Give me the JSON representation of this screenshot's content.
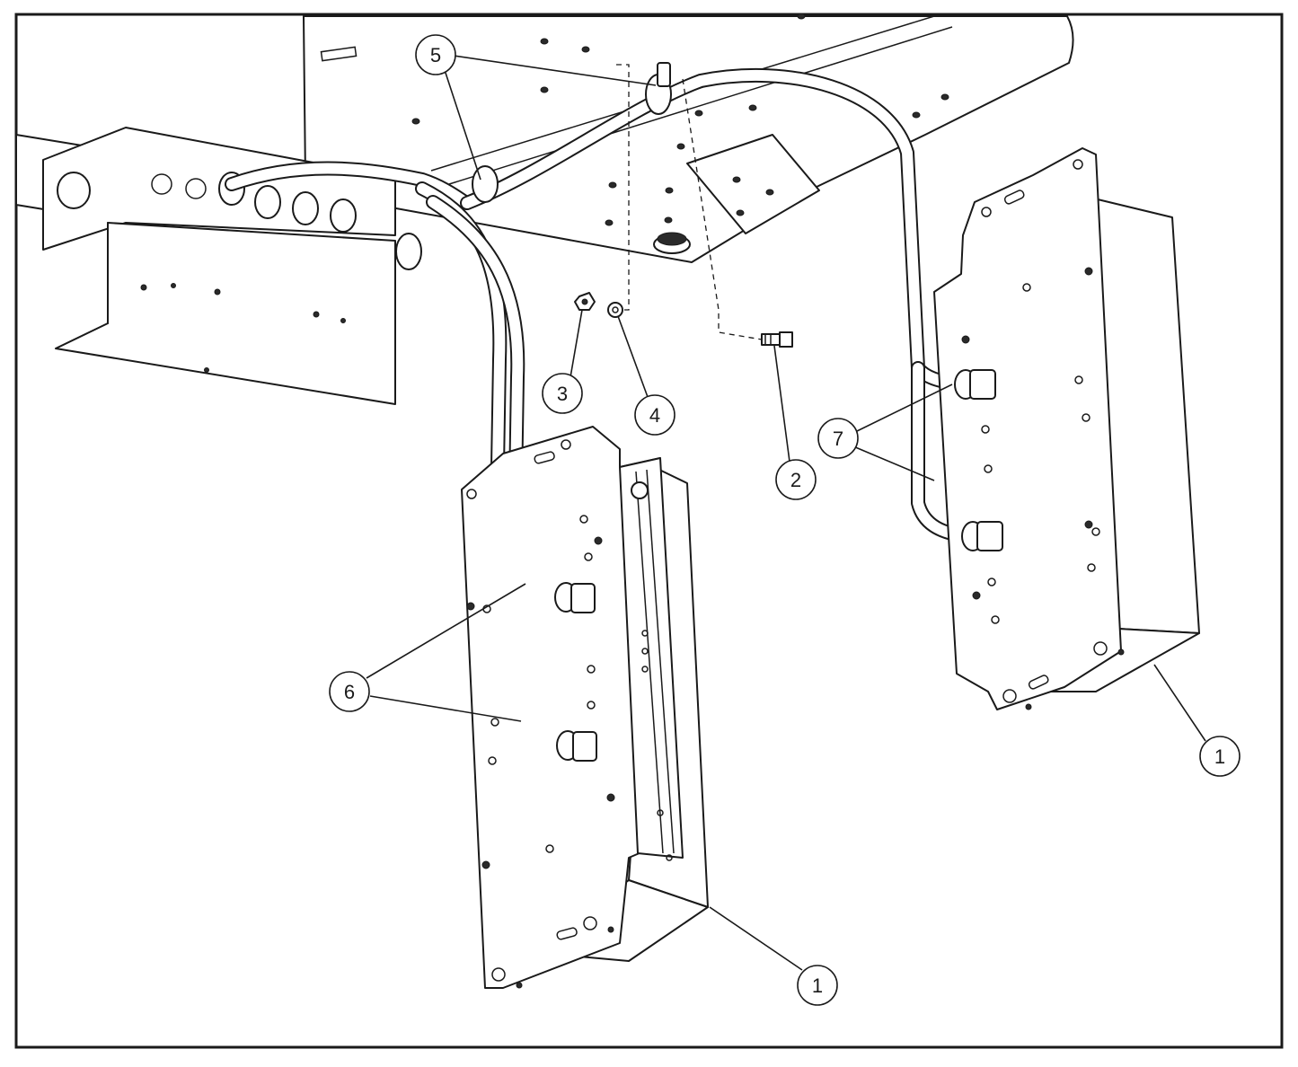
{
  "callouts": [
    {
      "label": "1",
      "part": "enclosure-right"
    },
    {
      "label": "1",
      "part": "enclosure-left"
    },
    {
      "label": "2",
      "part": "bolt"
    },
    {
      "label": "3",
      "part": "nut"
    },
    {
      "label": "4",
      "part": "washer"
    },
    {
      "label": "5",
      "part": "conduit-clamp"
    },
    {
      "label": "6",
      "part": "cable-left"
    },
    {
      "label": "7",
      "part": "cable-right"
    }
  ],
  "colors": {
    "ink": "#1a1a1a",
    "paper": "#ffffff"
  }
}
